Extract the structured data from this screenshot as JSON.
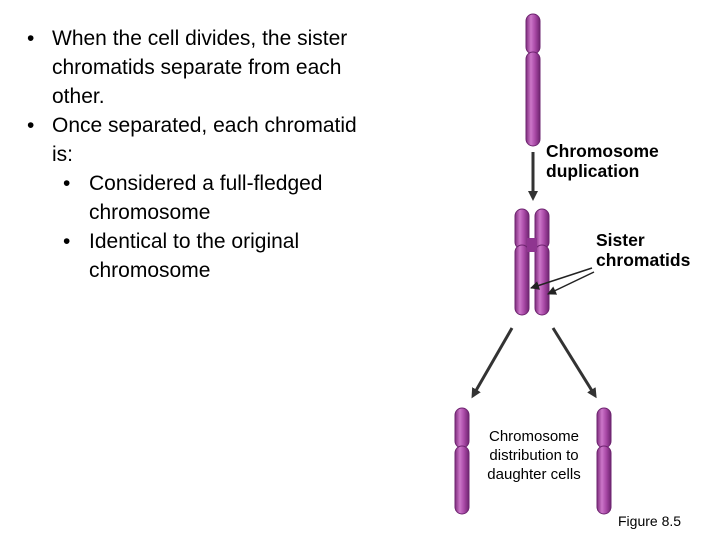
{
  "bullets": [
    {
      "level": 1,
      "text": "When the cell divides, the sister chromatids separate from each other."
    },
    {
      "level": 1,
      "text": "Once separated, each chromatid is:"
    },
    {
      "level": 2,
      "text": "Considered a full-fledged chromosome"
    },
    {
      "level": 2,
      "text": "Identical to the original chromosome"
    }
  ],
  "diagram": {
    "label_duplication": "Chromosome duplication",
    "label_sister": "Sister chromatids",
    "label_distribution": "Chromosome distribution to daughter cells",
    "figure_caption": "Figure 8.5"
  },
  "colors": {
    "chromosome": "#9c3a9a",
    "chromosome_highlight": "#cc76c9",
    "arrow": "#333333"
  }
}
